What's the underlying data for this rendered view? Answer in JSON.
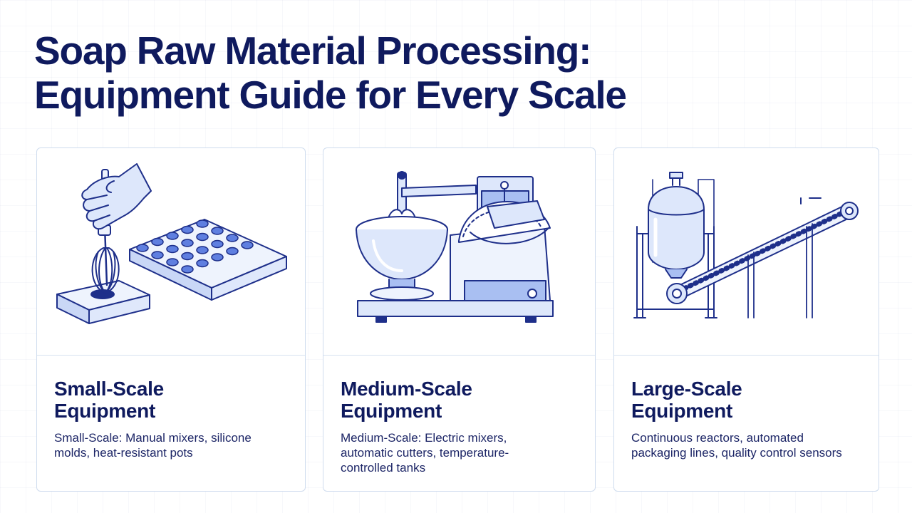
{
  "title": {
    "line1": "Soap Raw Material Processing:",
    "line2": "Equipment Guide for Every Scale"
  },
  "cards": [
    {
      "heading_line1": "Small-Scale",
      "heading_line2": "Equipment",
      "description": "Small-Scale: Manual mixers, silicone molds, heat-resistant pots"
    },
    {
      "heading_line1": "Medium-Scale",
      "heading_line2": "Equipment",
      "description": "Medium-Scale: Electric mixers, automatic cutters, temperature-controlled tanks"
    },
    {
      "heading_line1": "Large-Scale",
      "heading_line2": "Equipment",
      "description": "Continuous reactors, automated packaging lines, quality control sensors"
    }
  ],
  "colors": {
    "navy": "#0f1a5e",
    "stroke": "#1e2f8a",
    "fill_light": "#dde7fb",
    "fill_mid": "#a9bff2",
    "card_border": "#cfdcee"
  }
}
